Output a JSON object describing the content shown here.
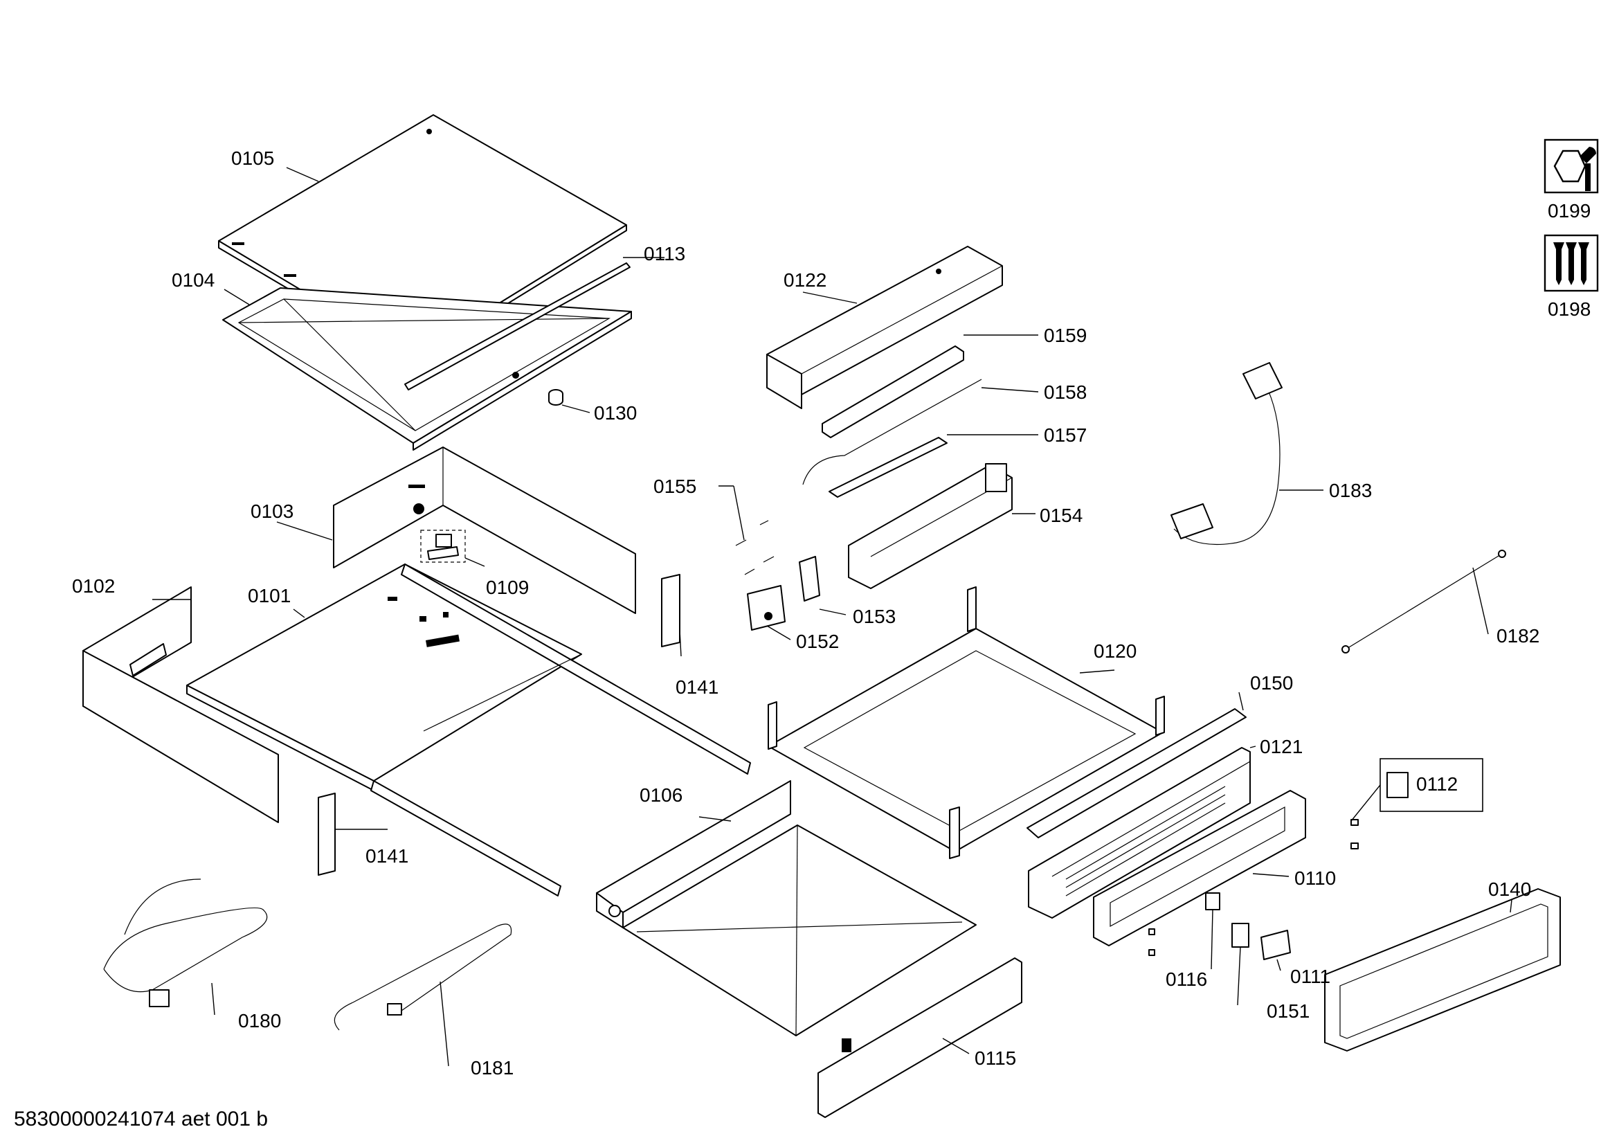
{
  "diagram": {
    "labels": [
      {
        "id": "0105",
        "text": "0105"
      },
      {
        "id": "0104",
        "text": "0104"
      },
      {
        "id": "0113",
        "text": "0113"
      },
      {
        "id": "0130",
        "text": "0130"
      },
      {
        "id": "0103",
        "text": "0103"
      },
      {
        "id": "0109",
        "text": "0109"
      },
      {
        "id": "0102",
        "text": "0102"
      },
      {
        "id": "0101",
        "text": "0101"
      },
      {
        "id": "0141a",
        "text": "0141"
      },
      {
        "id": "0141b",
        "text": "0141"
      },
      {
        "id": "0122",
        "text": "0122"
      },
      {
        "id": "0159",
        "text": "0159"
      },
      {
        "id": "0158",
        "text": "0158"
      },
      {
        "id": "0157",
        "text": "0157"
      },
      {
        "id": "0155",
        "text": "0155"
      },
      {
        "id": "0154",
        "text": "0154"
      },
      {
        "id": "0153",
        "text": "0153"
      },
      {
        "id": "0152",
        "text": "0152"
      },
      {
        "id": "0183",
        "text": "0183"
      },
      {
        "id": "0182",
        "text": "0182"
      },
      {
        "id": "0120",
        "text": "0120"
      },
      {
        "id": "0150",
        "text": "0150"
      },
      {
        "id": "0121",
        "text": "0121"
      },
      {
        "id": "0112",
        "text": "0112"
      },
      {
        "id": "0110",
        "text": "0110"
      },
      {
        "id": "0106",
        "text": "0106"
      },
      {
        "id": "0140",
        "text": "0140"
      },
      {
        "id": "0116",
        "text": "0116"
      },
      {
        "id": "0111",
        "text": "0111"
      },
      {
        "id": "0151",
        "text": "0151"
      },
      {
        "id": "0115",
        "text": "0115"
      },
      {
        "id": "0180",
        "text": "0180"
      },
      {
        "id": "0181",
        "text": "0181"
      },
      {
        "id": "0199",
        "text": "0199"
      },
      {
        "id": "0198",
        "text": "0198"
      }
    ],
    "icons": [
      {
        "id": "0199",
        "name": "nut-wrench-icon"
      },
      {
        "id": "0198",
        "name": "screws-icon"
      }
    ],
    "footer_code": "58300000241074 aet 001 b"
  }
}
